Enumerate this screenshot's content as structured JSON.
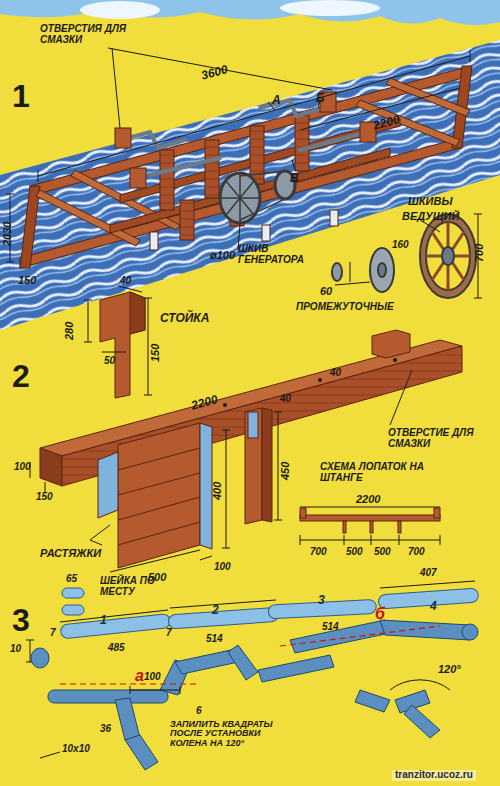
{
  "diagram": {
    "labels": [
      "1",
      "ОТВЕРСТИЯ ДЛЯ СМАЗКИ",
      "3600",
      "А",
      "Б",
      "В",
      "2030",
      "2200",
      "ø100",
      "150",
      "ШКИВЫ",
      "ВЕДУЩИЙ",
      "ШКИВ ГЕНЕРАТОРА",
      "60",
      "ПРОМЕЖУТОЧНЫЕ",
      "160",
      "700",
      "2",
      "СТОЙКА",
      "40",
      "280",
      "50",
      "150",
      "2200",
      "40",
      "ОТВЕРСТИЕ ДЛЯ СМАЗКИ",
      "100",
      "150",
      "500",
      "400",
      "100",
      "450",
      "40",
      "СХЕМА ЛОПАТОК НА ШТАНГЕ",
      "2200",
      "700",
      "500",
      "500",
      "700",
      "РАСТЯЖКИ",
      "3",
      "65",
      "ШЕЙКА ПО МЕСТУ",
      "7",
      "1",
      "485",
      "7",
      "2",
      "514",
      "3",
      "514",
      "4",
      "407",
      "10",
      "а",
      "б",
      "100",
      "36",
      "10х10",
      "6",
      "ЗАПИЛИТЬ КВАДРАТЫ ПОСЛЕ УСТАНОВКИ КОЛЕНА НА 120°",
      "120°",
      "tranzitor.ucoz.ru"
    ]
  }
}
